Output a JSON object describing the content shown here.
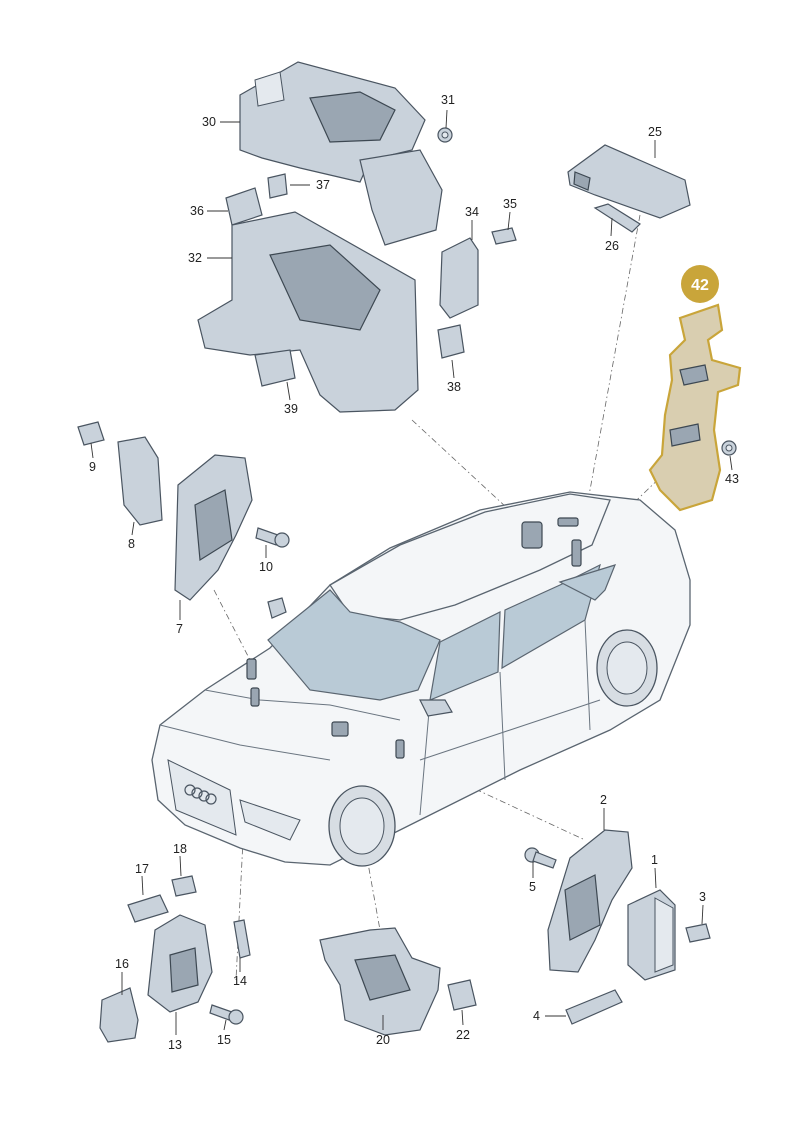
{
  "diagram": {
    "highlight": {
      "number": "42",
      "color": "#c9a53a"
    },
    "parts": [
      {
        "key": "p30",
        "label": "30"
      },
      {
        "key": "p31",
        "label": "31"
      },
      {
        "key": "p25",
        "label": "25"
      },
      {
        "key": "p37",
        "label": "37"
      },
      {
        "key": "p36",
        "label": "36"
      },
      {
        "key": "p34",
        "label": "34"
      },
      {
        "key": "p35",
        "label": "35"
      },
      {
        "key": "p26",
        "label": "26"
      },
      {
        "key": "p32",
        "label": "32"
      },
      {
        "key": "p38",
        "label": "38"
      },
      {
        "key": "p39",
        "label": "39"
      },
      {
        "key": "p43",
        "label": "43"
      },
      {
        "key": "p9",
        "label": "9"
      },
      {
        "key": "p8",
        "label": "8"
      },
      {
        "key": "p10",
        "label": "10"
      },
      {
        "key": "p7",
        "label": "7"
      },
      {
        "key": "p2",
        "label": "2"
      },
      {
        "key": "p1",
        "label": "1"
      },
      {
        "key": "p17",
        "label": "17"
      },
      {
        "key": "p18",
        "label": "18"
      },
      {
        "key": "p5",
        "label": "5"
      },
      {
        "key": "p3",
        "label": "3"
      },
      {
        "key": "p16",
        "label": "16"
      },
      {
        "key": "p14",
        "label": "14"
      },
      {
        "key": "p4",
        "label": "4"
      },
      {
        "key": "p13",
        "label": "13"
      },
      {
        "key": "p15",
        "label": "15"
      },
      {
        "key": "p20",
        "label": "20"
      },
      {
        "key": "p22",
        "label": "22"
      }
    ]
  }
}
